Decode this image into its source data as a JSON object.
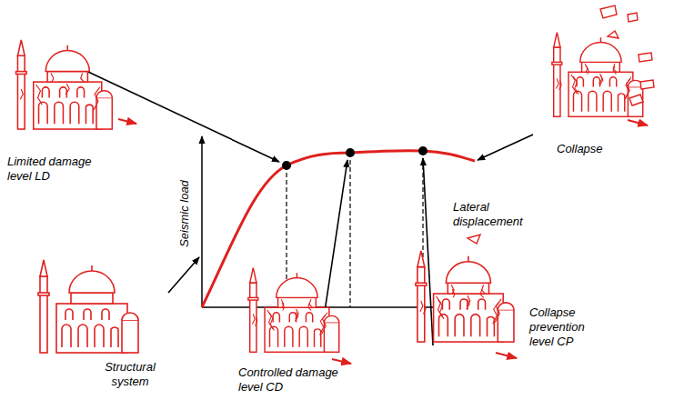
{
  "diagram": {
    "labels": [
      "Limited damage level LD",
      "Seismic load",
      "Lateral displacement",
      "Collapse",
      "Structural system",
      "Controlled damage level CD",
      "Collapse prevention level CP"
    ]
  }
}
